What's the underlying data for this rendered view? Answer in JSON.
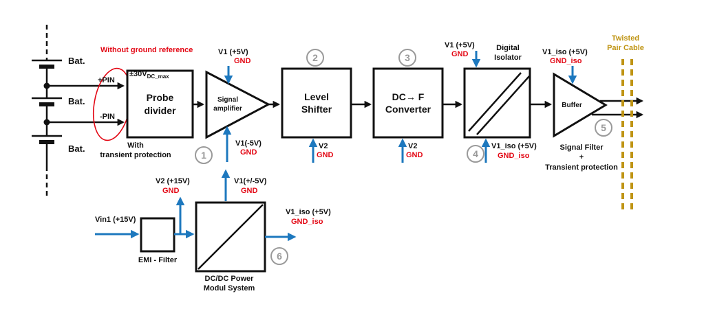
{
  "colors": {
    "blue": "#1d78be",
    "red": "#e30613",
    "gold": "#bf9413",
    "gray": "#9a9a9a"
  },
  "battery": {
    "labels": [
      "Bat.",
      "Bat.",
      "Bat."
    ]
  },
  "left": {
    "without_ground_reference": "Without ground reference",
    "plus_pin": "+PIN",
    "minus_pin": "-PIN",
    "vmax_main": "±30V",
    "vmax_sub": "DC_max",
    "with_transient": "With\ntransient protection"
  },
  "blocks": {
    "probe_divider": "Probe\ndivider",
    "signal_amplifier": "Signal\namplifier",
    "level_shifter": "Level\nShifter",
    "dcf_converter": "DC→ F\nConverter",
    "digital_isolator": "Digital\nIsolator",
    "buffer": "Buffer",
    "emi_filter": "EMI - Filter",
    "dcdc": "DC/DC Power\nModul System",
    "signal_filter_note": "Signal Filter\n+\nTransient protection"
  },
  "badges": [
    "1",
    "2",
    "3",
    "4",
    "5",
    "6"
  ],
  "power": {
    "amp_top": {
      "v": "V1 (+5V)",
      "gnd": "GND"
    },
    "amp_bottom": {
      "v": "V1(-5V)",
      "gnd": "GND"
    },
    "level_shifter_bottom": {
      "v": "V2",
      "gnd": "GND"
    },
    "dcf_bottom": {
      "v": "V2",
      "gnd": "GND"
    },
    "isolator_top": {
      "v": "V1 (+5V)",
      "gnd": "GND"
    },
    "isolator_bottom": {
      "v": "V1_iso (+5V)",
      "gnd": "GND_iso"
    },
    "buffer_top": {
      "v": "V1_iso (+5V)",
      "gnd": "GND_iso"
    },
    "vin": "Vin1 (+15V)",
    "v2_out": {
      "v": "V2 (+15V)",
      "gnd": "GND"
    },
    "v1_out": {
      "v": "V1(+/-5V)",
      "gnd": "GND"
    },
    "v1iso_out": {
      "v": "V1_iso (+5V)",
      "gnd": "GND_iso"
    }
  },
  "cable": {
    "label": "Twisted\nPair Cable"
  }
}
